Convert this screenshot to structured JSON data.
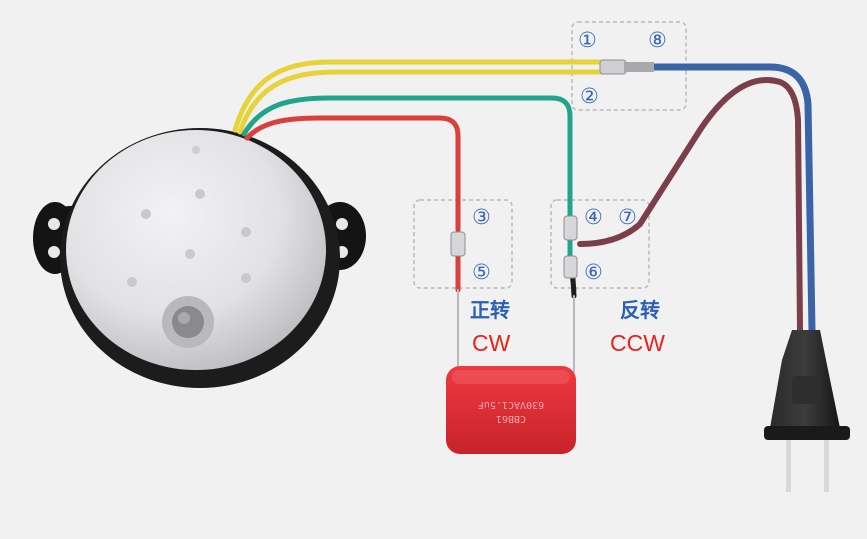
{
  "terminals": {
    "t1": "①",
    "t2": "②",
    "t3": "③",
    "t4": "④",
    "t5": "⑤",
    "t6": "⑥",
    "t7": "⑦",
    "t8": "⑧"
  },
  "labels": {
    "forward_zh": "正转",
    "forward_en": "CW",
    "reverse_zh": "反转",
    "reverse_en": "CCW"
  },
  "capacitor": {
    "line1": "CBB61",
    "line2": "630VAC1.5uF"
  },
  "colors": {
    "yellow_wire": "#e8d23a",
    "green_wire": "#1ea58a",
    "red_wire": "#d9403c",
    "blue_wire": "#3b64a8",
    "brown_wire": "#7a3f4a",
    "black_wire": "#1e1e1e",
    "terminal_text": "#3a67b8",
    "label_zh": "#2b5fb4",
    "label_en": "#e8231a",
    "capacitor": "#d92b32"
  }
}
